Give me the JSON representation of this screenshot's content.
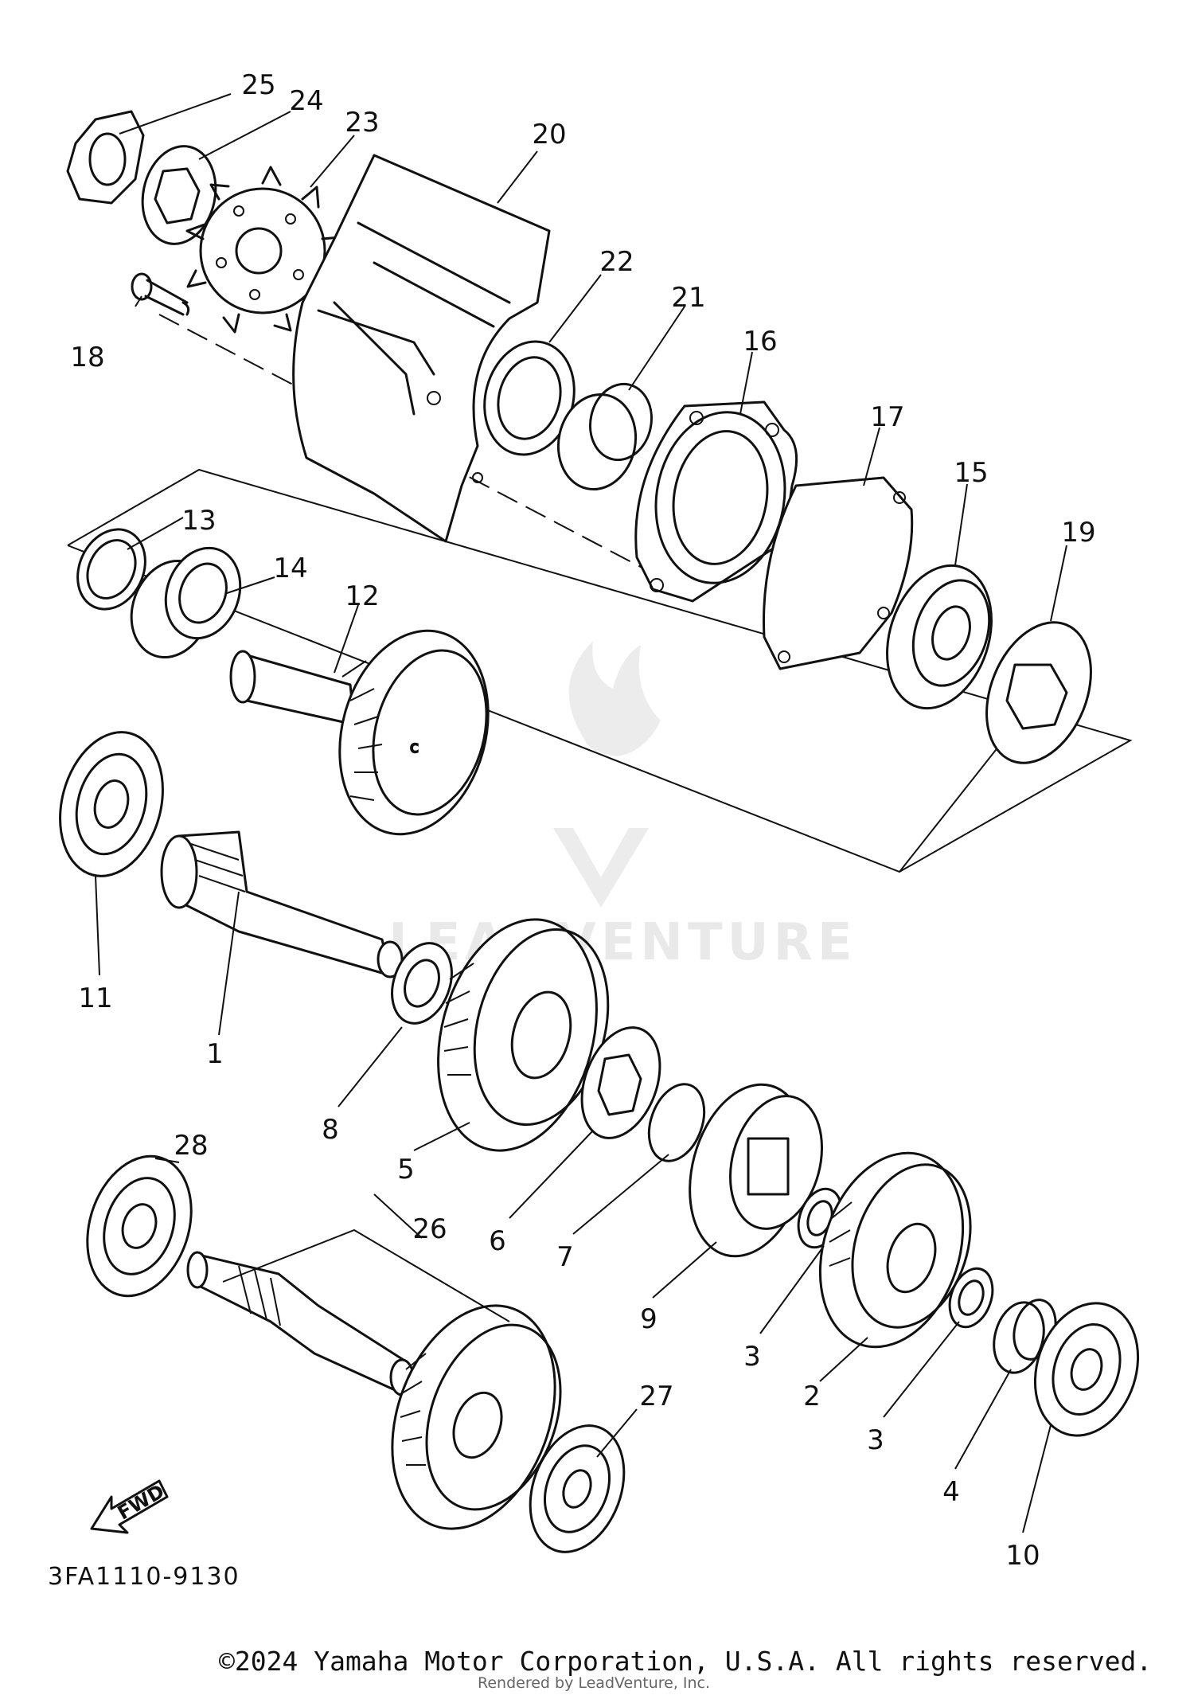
{
  "diagram": {
    "part_callouts": [
      "25",
      "24",
      "23",
      "20",
      "22",
      "21",
      "18",
      "16",
      "17",
      "15",
      "13",
      "14",
      "12",
      "19",
      "11",
      "1",
      "8",
      "5",
      "6",
      "7",
      "9",
      "28",
      "26",
      "3",
      "2",
      "3",
      "4",
      "10",
      "27"
    ],
    "fwd_label": "FWD",
    "diagram_code": "3FA1110-9130",
    "watermark": "LEADVENTURE",
    "copyright": "©2024 Yamaha Motor Corporation, U.S.A. All rights reserved.",
    "rendered_by": "Rendered by LeadVenture, Inc."
  }
}
